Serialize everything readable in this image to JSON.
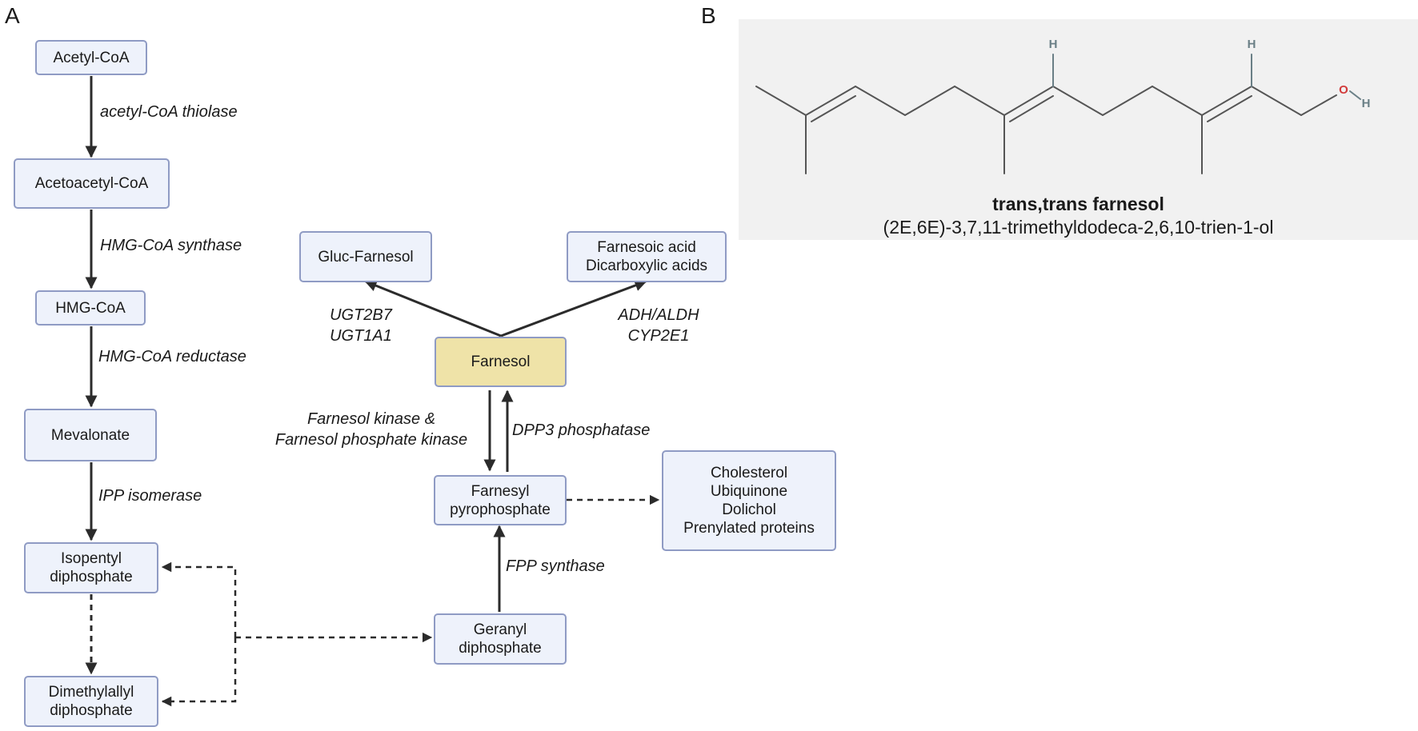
{
  "panel_a": {
    "label": "A"
  },
  "panel_b": {
    "label": "B"
  },
  "nodes": {
    "acetyl_coa": [
      "Acetyl-CoA"
    ],
    "acetoacetyl_coa": [
      "Acetoacetyl-CoA"
    ],
    "hmg_coa": [
      "HMG-CoA"
    ],
    "mevalonate": [
      "Mevalonate"
    ],
    "isopentyl_diphosphate": [
      "Isopentyl",
      "diphosphate"
    ],
    "dimethylallyl_diphosphate": [
      "Dimethylallyl",
      "diphosphate"
    ],
    "geranyl_diphosphate": [
      "Geranyl",
      "diphosphate"
    ],
    "farnesyl_pyrophosphate": [
      "Farnesyl",
      "pyrophosphate"
    ],
    "farnesol": [
      "Farnesol"
    ],
    "gluc_farnesol": [
      "Gluc-Farnesol"
    ],
    "farnesoic_acid": [
      "Farnesoic acid",
      "Dicarboxylic acids"
    ],
    "downstream_products": [
      "Cholesterol",
      "Ubiquinone",
      "Dolichol",
      "Prenylated proteins"
    ]
  },
  "enzymes": {
    "acetyl_coa_thiolase": [
      "acetyl-CoA thiolase"
    ],
    "hmg_coa_synthase": [
      "HMG-CoA synthase"
    ],
    "hmg_coa_reductase": [
      "HMG-CoA reductase"
    ],
    "ipp_isomerase": [
      "IPP isomerase"
    ],
    "ugt": [
      "UGT2B7",
      "UGT1A1"
    ],
    "adh_aldh": [
      "ADH/ALDH",
      "CYP2E1"
    ],
    "farnesol_kinase": [
      "Farnesol kinase &",
      "Farnesol phosphate kinase"
    ],
    "dpp3_phosphatase": [
      "DPP3 phosphatase"
    ],
    "fpp_synthase": [
      "FPP synthase"
    ]
  },
  "molecule": {
    "name": "trans,trans farnesol",
    "iupac": "(2E,6E)-3,7,11-trimethyldodeca-2,6,10-trien-1-ol",
    "atom_labels": {
      "hydrogen": "H",
      "oxygen": "O"
    }
  },
  "colors": {
    "node_fill": "#eef2fb",
    "node_border": "#8f9bc4",
    "farnesol_fill": "#efe3a8",
    "arrow": "#2b2b2b",
    "molecule_panel": "#f1f1f1",
    "bond": "#555555",
    "hydrogen": "#6a7f86",
    "oxygen": "#d23b3b"
  }
}
